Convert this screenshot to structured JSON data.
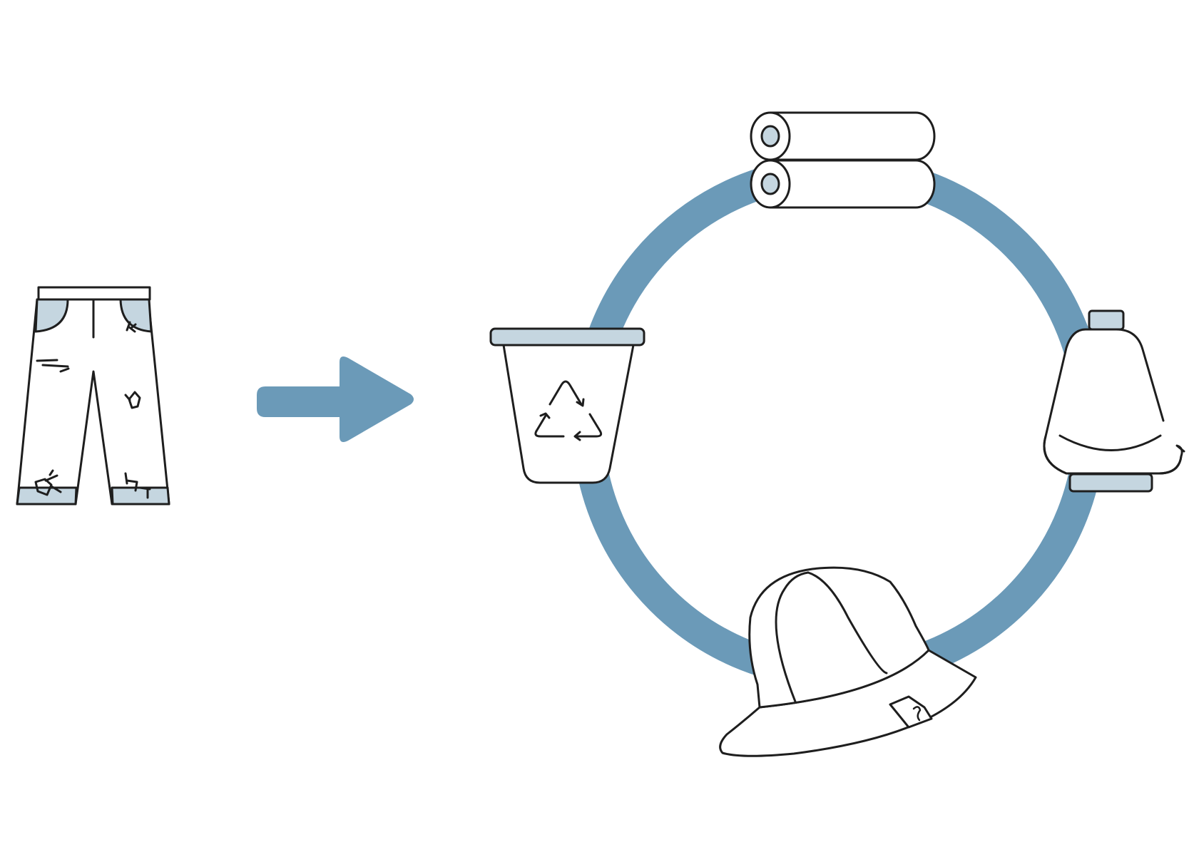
{
  "diagram": {
    "colors": {
      "accent": "#6b9ab8",
      "fill_light": "#c5d6e0",
      "stroke": "#1e1e1e",
      "background": "#ffffff"
    },
    "nodes": [
      {
        "id": "worn-pants",
        "icon": "worn-pants-icon"
      },
      {
        "id": "recycling-bin",
        "icon": "recycling-bin-icon"
      },
      {
        "id": "fabric-rolls",
        "icon": "fabric-rolls-icon"
      },
      {
        "id": "thread-spool",
        "icon": "thread-spool-icon"
      },
      {
        "id": "bucket-hat",
        "icon": "bucket-hat-icon"
      }
    ],
    "edges": [
      {
        "from": "worn-pants",
        "to": "recycling-bin",
        "style": "arrow"
      },
      {
        "cycle": [
          "recycling-bin",
          "fabric-rolls",
          "thread-spool",
          "bucket-hat"
        ],
        "style": "ring"
      }
    ]
  }
}
